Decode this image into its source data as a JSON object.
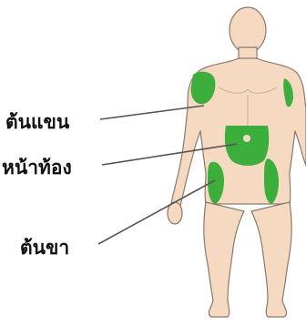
{
  "labels": {
    "upper_arm": "ต้นแขน",
    "abdomen": "หน้าท้อง",
    "thigh": "ต้นขา"
  },
  "colors": {
    "skin": "#f5d9c0",
    "outline": "#8a7a6c",
    "zone": "#3cae3c",
    "leader": "#555555",
    "text": "#111111"
  }
}
